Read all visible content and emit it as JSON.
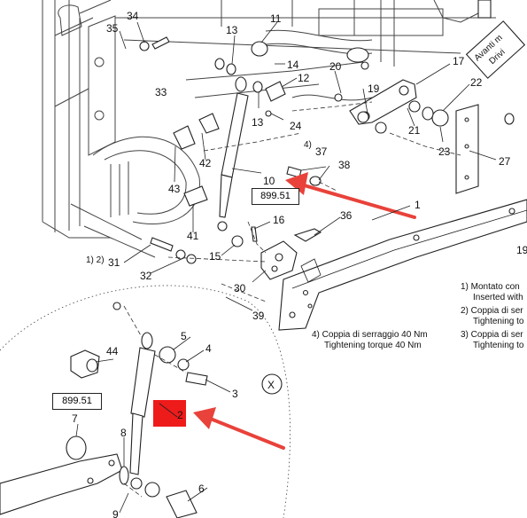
{
  "colors": {
    "arrow": "#e8423a",
    "highlight": "#ee1b1b",
    "ink": "#222222"
  },
  "callouts": {
    "n1": "1",
    "n2": "2",
    "n3": "3",
    "n4": "4",
    "n5": "5",
    "n6": "6",
    "n7": "7",
    "n8": "8",
    "n9": "9",
    "n10": "10",
    "n11": "11",
    "n12": "12",
    "n13a": "13",
    "n13b": "13",
    "n14": "14",
    "n15": "15",
    "n16": "16",
    "n17": "17",
    "n19a": "19",
    "n19b": "19",
    "n20": "20",
    "n21": "21",
    "n22": "22",
    "n23": "23",
    "n24": "24",
    "n27": "27",
    "n30": "30",
    "n31": "31",
    "n32": "32",
    "n33": "33",
    "n34": "34",
    "n35": "35",
    "n36": "36",
    "n37": "37",
    "n38": "38",
    "n39": "39",
    "n41": "41",
    "n42": "42",
    "n43": "43",
    "n44": "44",
    "pre31": "1) 2)",
    "pre37": "4)",
    "detail": "X"
  },
  "ref_boxes": {
    "upper": "899.51",
    "lower": "899.51"
  },
  "notes": {
    "n1_it": "1) Montato con",
    "n1_en": "Inserted with",
    "n2_it": "2) Coppia di ser",
    "n2_en": "Tightening to",
    "n3_it": "3) Coppia di ser",
    "n3_en": "Tightening to",
    "n4_it": "4) Coppia di serraggio 40 Nm",
    "n4_en": "Tightening torque 40 Nm"
  },
  "direction_tag": {
    "line1": "Avanti m",
    "line2": "Drivi"
  }
}
